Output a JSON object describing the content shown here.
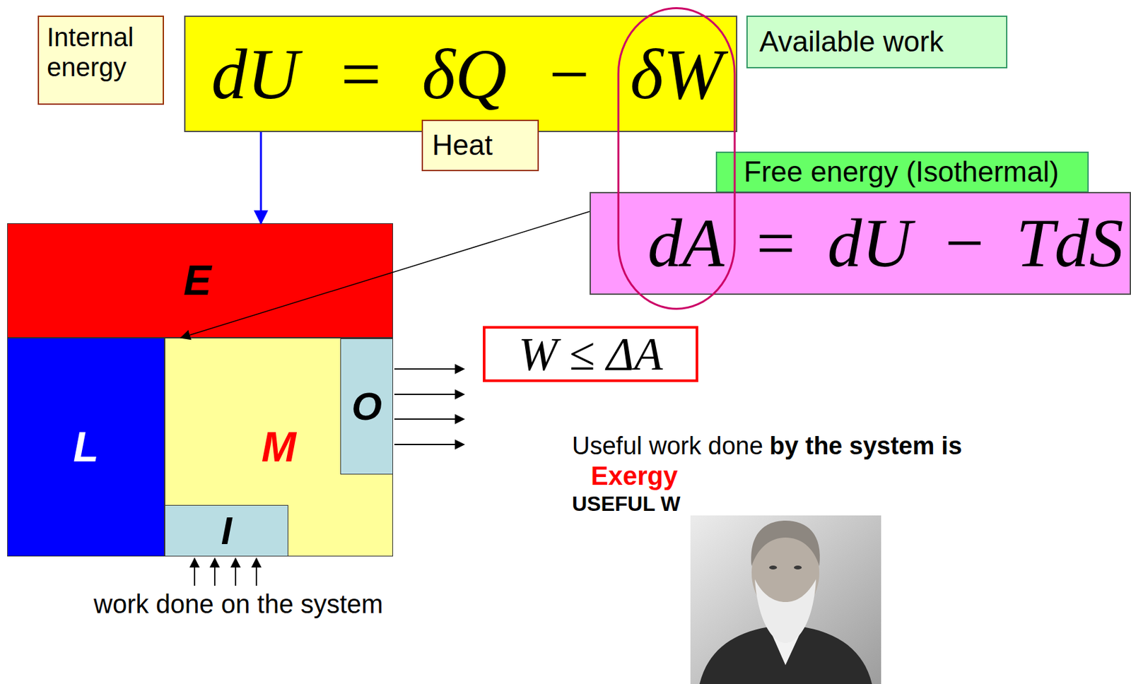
{
  "diagram": {
    "nodes": [
      {
        "text": [
          "Internal energy"
        ]
      },
      {
        "text": [
          "dU = δQ − δW"
        ]
      },
      {
        "text": [
          "Heat"
        ]
      },
      {
        "text": [
          "Available work"
        ]
      },
      {
        "text": [
          "Free energy (Isothermal)"
        ]
      },
      {
        "text": [
          "dA = dU − TdS"
        ]
      },
      {
        "text": [
          "W ≤ ΔA"
        ]
      },
      {
        "text": [
          "E"
        ]
      },
      {
        "text": [
          "L"
        ]
      },
      {
        "text": [
          "M"
        ]
      },
      {
        "text": [
          "O"
        ],
        "in": 9
      },
      {
        "text": [
          "I"
        ],
        "in": 9
      }
    ],
    "edges": [
      {
        "from": 1,
        "to": 7,
        "arrow": "to"
      },
      {
        "from": 5,
        "to": 9,
        "arrow": "to"
      }
    ],
    "labels": [
      "Useful work done",
      "by the system is",
      "Exergy",
      "USEFUL W",
      "work done on the system"
    ]
  }
}
